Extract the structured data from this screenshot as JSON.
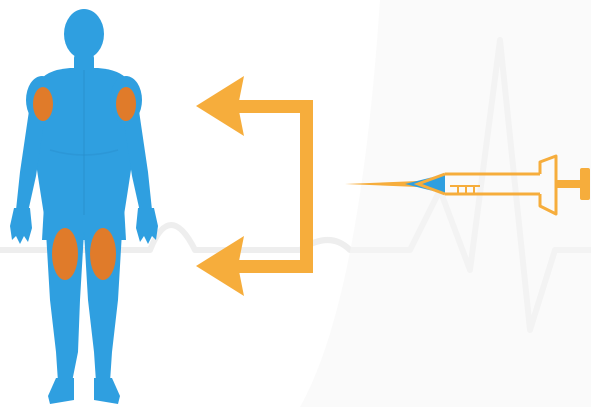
{
  "colors": {
    "body": "#2f9fe0",
    "injection_site": "#e07b2a",
    "arrow": "#f6ad3c",
    "syringe_outline": "#f6ad3c",
    "syringe_fluid": "#2f9fe0",
    "background_ecg": "#ececec"
  },
  "icons": {
    "figure": "human-body-icon",
    "syringe": "syringe-icon",
    "arrows": "bracket-arrow-icon"
  },
  "injection_sites": [
    "left-upper-arm",
    "right-upper-arm",
    "left-thigh",
    "right-thigh"
  ]
}
